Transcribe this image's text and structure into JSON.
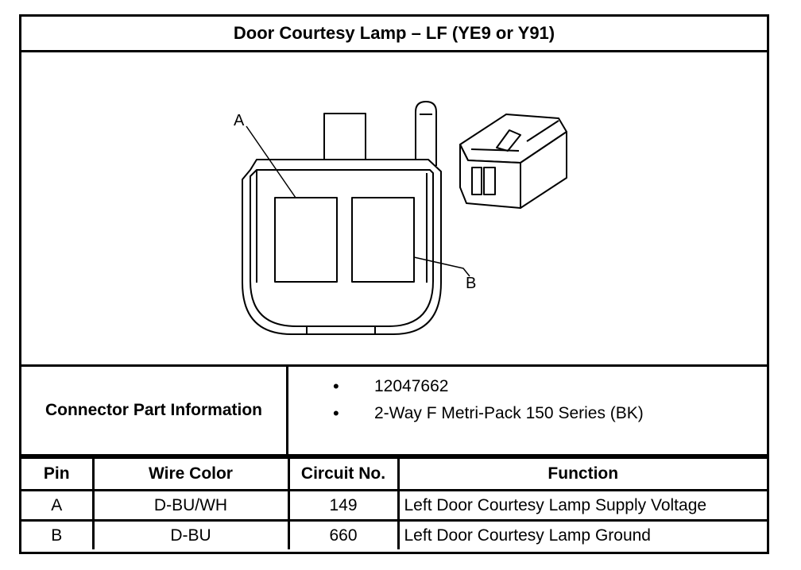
{
  "title": "Door Courtesy Lamp – LF (YE9 or Y91)",
  "diagram": {
    "callout_a": "A",
    "callout_b": "B"
  },
  "connector_info": {
    "label": "Connector Part Information",
    "items": [
      {
        "bullet": "•",
        "text": "12047662"
      },
      {
        "bullet": "•",
        "text": "2-Way F Metri-Pack 150 Series (BK)"
      }
    ]
  },
  "pin_table": {
    "headers": [
      "Pin",
      "Wire Color",
      "Circuit No.",
      "Function"
    ],
    "rows": [
      [
        "A",
        "D-BU/WH",
        "149",
        "Left Door Courtesy Lamp Supply Voltage"
      ],
      [
        "B",
        "D-BU",
        "660",
        "Left Door Courtesy Lamp Ground"
      ]
    ]
  }
}
